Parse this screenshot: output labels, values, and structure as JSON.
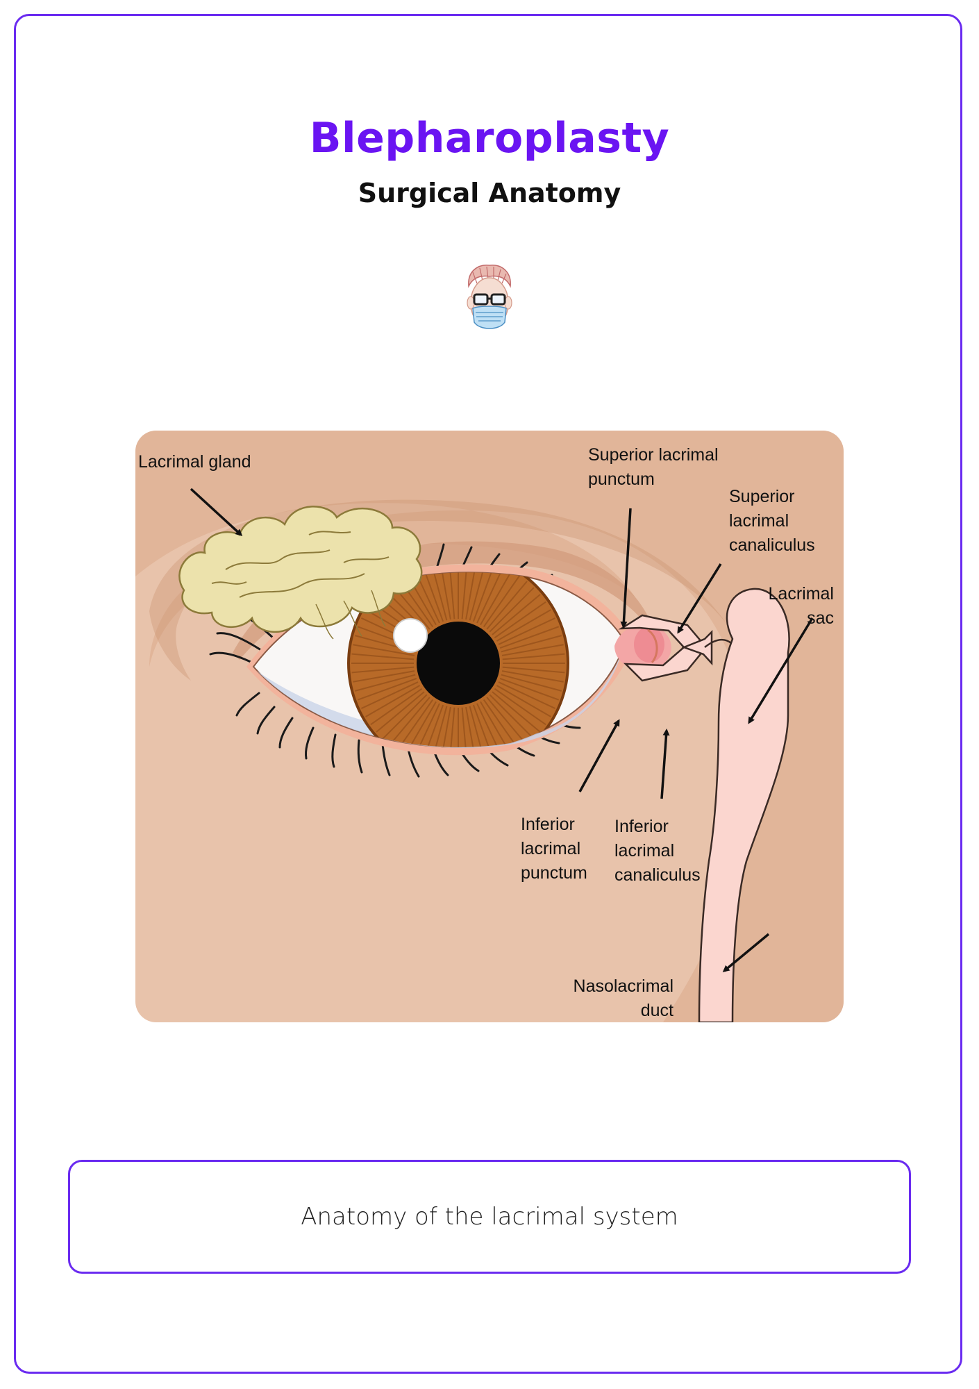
{
  "header": {
    "title": "Blepharoplasty",
    "subtitle": "Surgical Anatomy"
  },
  "logo": {
    "icon": "surgeon-avatar-icon"
  },
  "diagram": {
    "labels": {
      "lacrimal_gland": "Lacrimal gland",
      "superior_punctum_l1": "Superior lacrimal",
      "superior_punctum_l2": "punctum",
      "superior_canaliculus_l1": "Superior",
      "superior_canaliculus_l2": "lacrimal",
      "superior_canaliculus_l3": "canaliculus",
      "lacrimal_sac_l1": "Lacrimal",
      "lacrimal_sac_l2": "sac",
      "inferior_punctum_l1": "Inferior",
      "inferior_punctum_l2": "lacrimal",
      "inferior_punctum_l3": "punctum",
      "inferior_canaliculus_l1": "Inferior",
      "inferior_canaliculus_l2": "lacrimal",
      "inferior_canaliculus_l3": "canaliculus",
      "nasolacrimal_duct_l1": "Nasolacrimal",
      "nasolacrimal_duct_l2": "duct"
    },
    "colors": {
      "skin": "#e8c3ab",
      "skin_dark": "#dba98a",
      "iris": "#b86a28",
      "gland": "#ece2ac",
      "duct": "#fbd6cf"
    }
  },
  "caption": "Anatomy of the lacrimal system"
}
